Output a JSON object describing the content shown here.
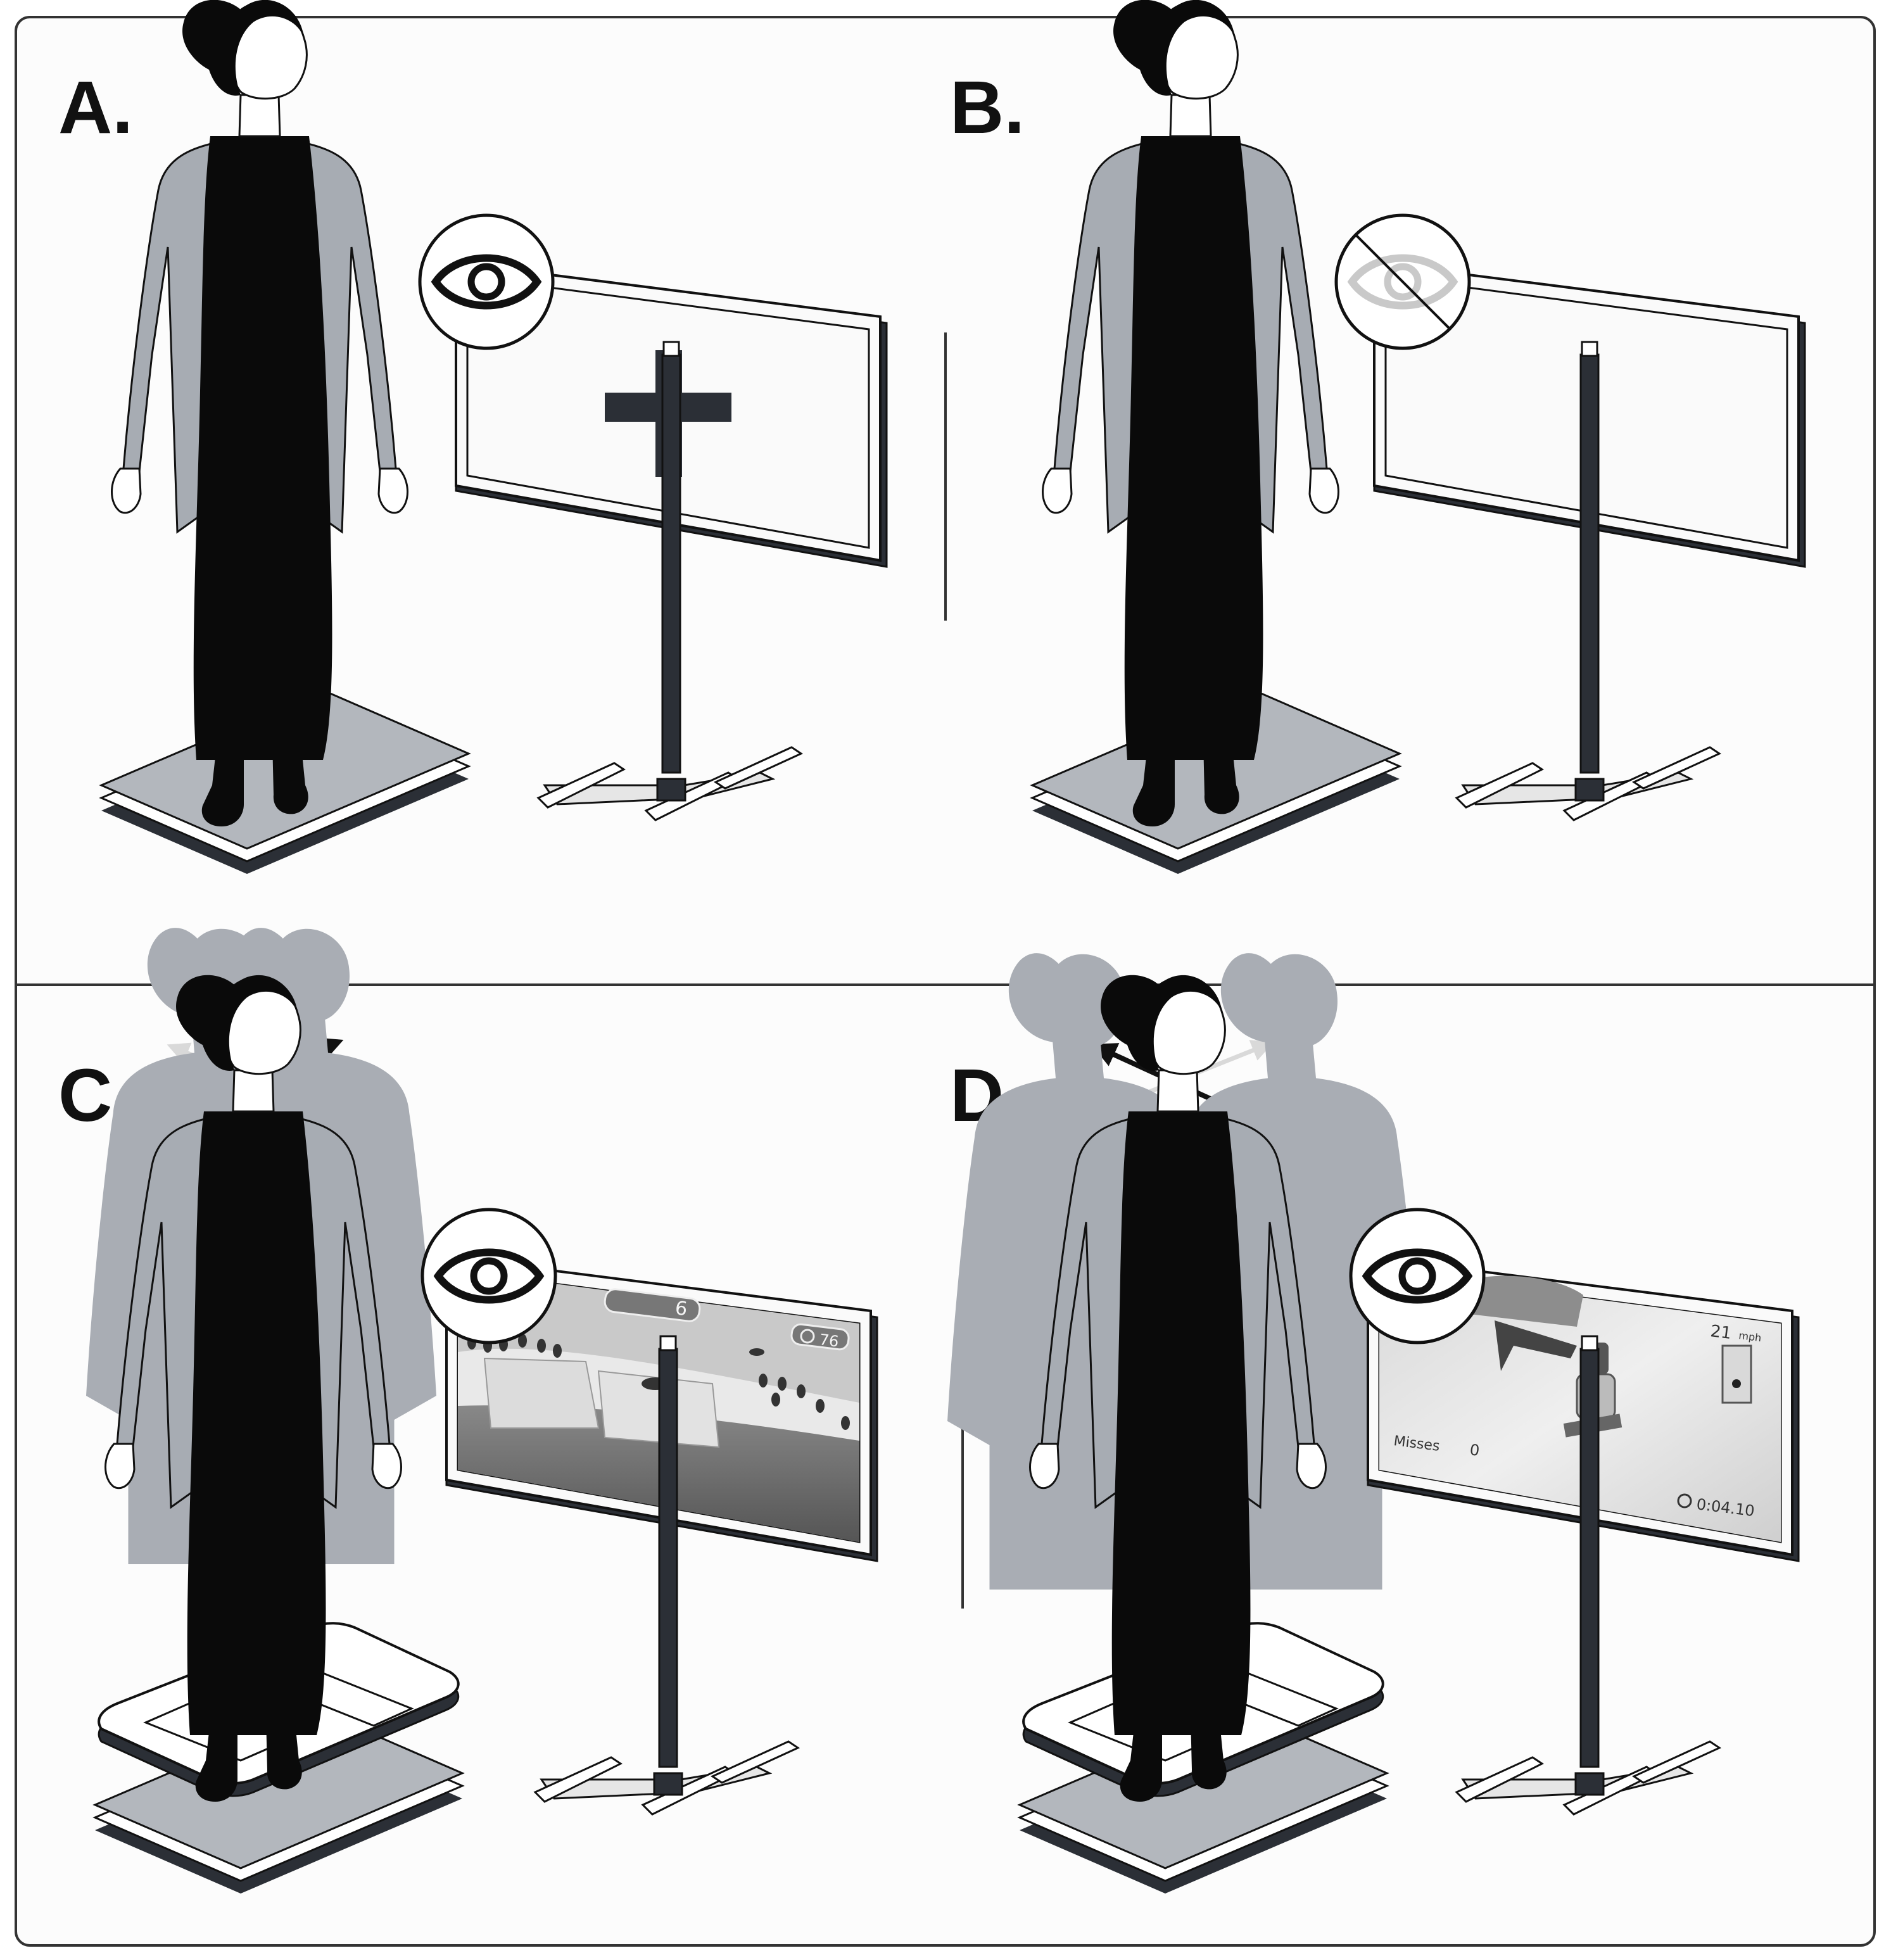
{
  "figure": {
    "background": "#fcfcfc",
    "border_color": "#333333",
    "colors": {
      "figure_black": "#0a0a0a",
      "cardigan_gray": "#a7acb3",
      "shadow_gray": "#a9adb4",
      "stand_dark": "#2b2f36",
      "board_gray": "#b3b7bd",
      "faded_arrow": "#d9d9d9"
    },
    "panels": [
      {
        "letter": "A.",
        "eye_icon": "eye-open-icon",
        "screen_content": "fixation-cross",
        "platform": "flat-force-plate"
      },
      {
        "letter": "B.",
        "eye_icon": "eye-closed-icon",
        "screen_content": "blank",
        "platform": "flat-force-plate"
      },
      {
        "letter": "C.",
        "eye_icon": "eye-open-icon",
        "screen_content": "penguin-game",
        "platform": "balance-board",
        "sway_direction": "forward-backward",
        "game_hud": {
          "score": "6",
          "timer": "76"
        }
      },
      {
        "letter": "D.",
        "eye_icon": "eye-open-icon",
        "screen_content": "snowboard-game",
        "platform": "balance-board",
        "sway_direction": "left-right",
        "game_hud": {
          "speed": "21",
          "speed_unit": "mph",
          "misses_label": "Misses",
          "misses": "0",
          "time": "0:04.10"
        }
      }
    ]
  }
}
